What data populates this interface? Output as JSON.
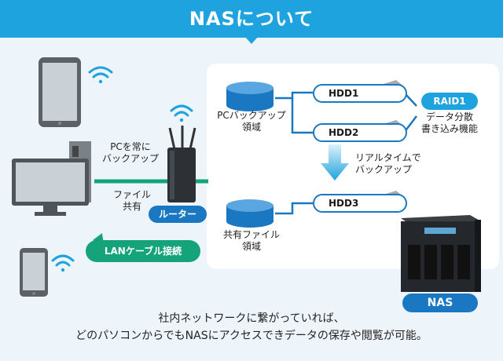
{
  "header": {
    "title": "NASについて"
  },
  "router": {
    "label": "ルーター"
  },
  "lan": {
    "label": "LANケーブル接続"
  },
  "links": {
    "pc_backup": "PCを常に\nバックアップ",
    "file_share": "ファイル\n共有"
  },
  "panel": {
    "pc_backup_area": "PCバックアップ\n領域",
    "shared_area": "共有ファイル\n領域",
    "hdd1": "HDD1",
    "hdd2": "HDD2",
    "hdd3": "HDD3",
    "raid_badge": "RAID1",
    "raid_desc": "データ分散\n書き込み機能",
    "realtime": "リアルタイムで\nバックアップ"
  },
  "nas": {
    "label": "NAS"
  },
  "footer": {
    "line1": "社内ネットワークに繋がっていれば、",
    "line2": "どのパソコンからでもNASにアクセスできデータの保存や閲覧が可能。"
  },
  "colors": {
    "header_blue": "#1fa3de",
    "accent_blue": "#1a78c2",
    "lan_green": "#15a37a",
    "device_gray": "#6b7278"
  }
}
